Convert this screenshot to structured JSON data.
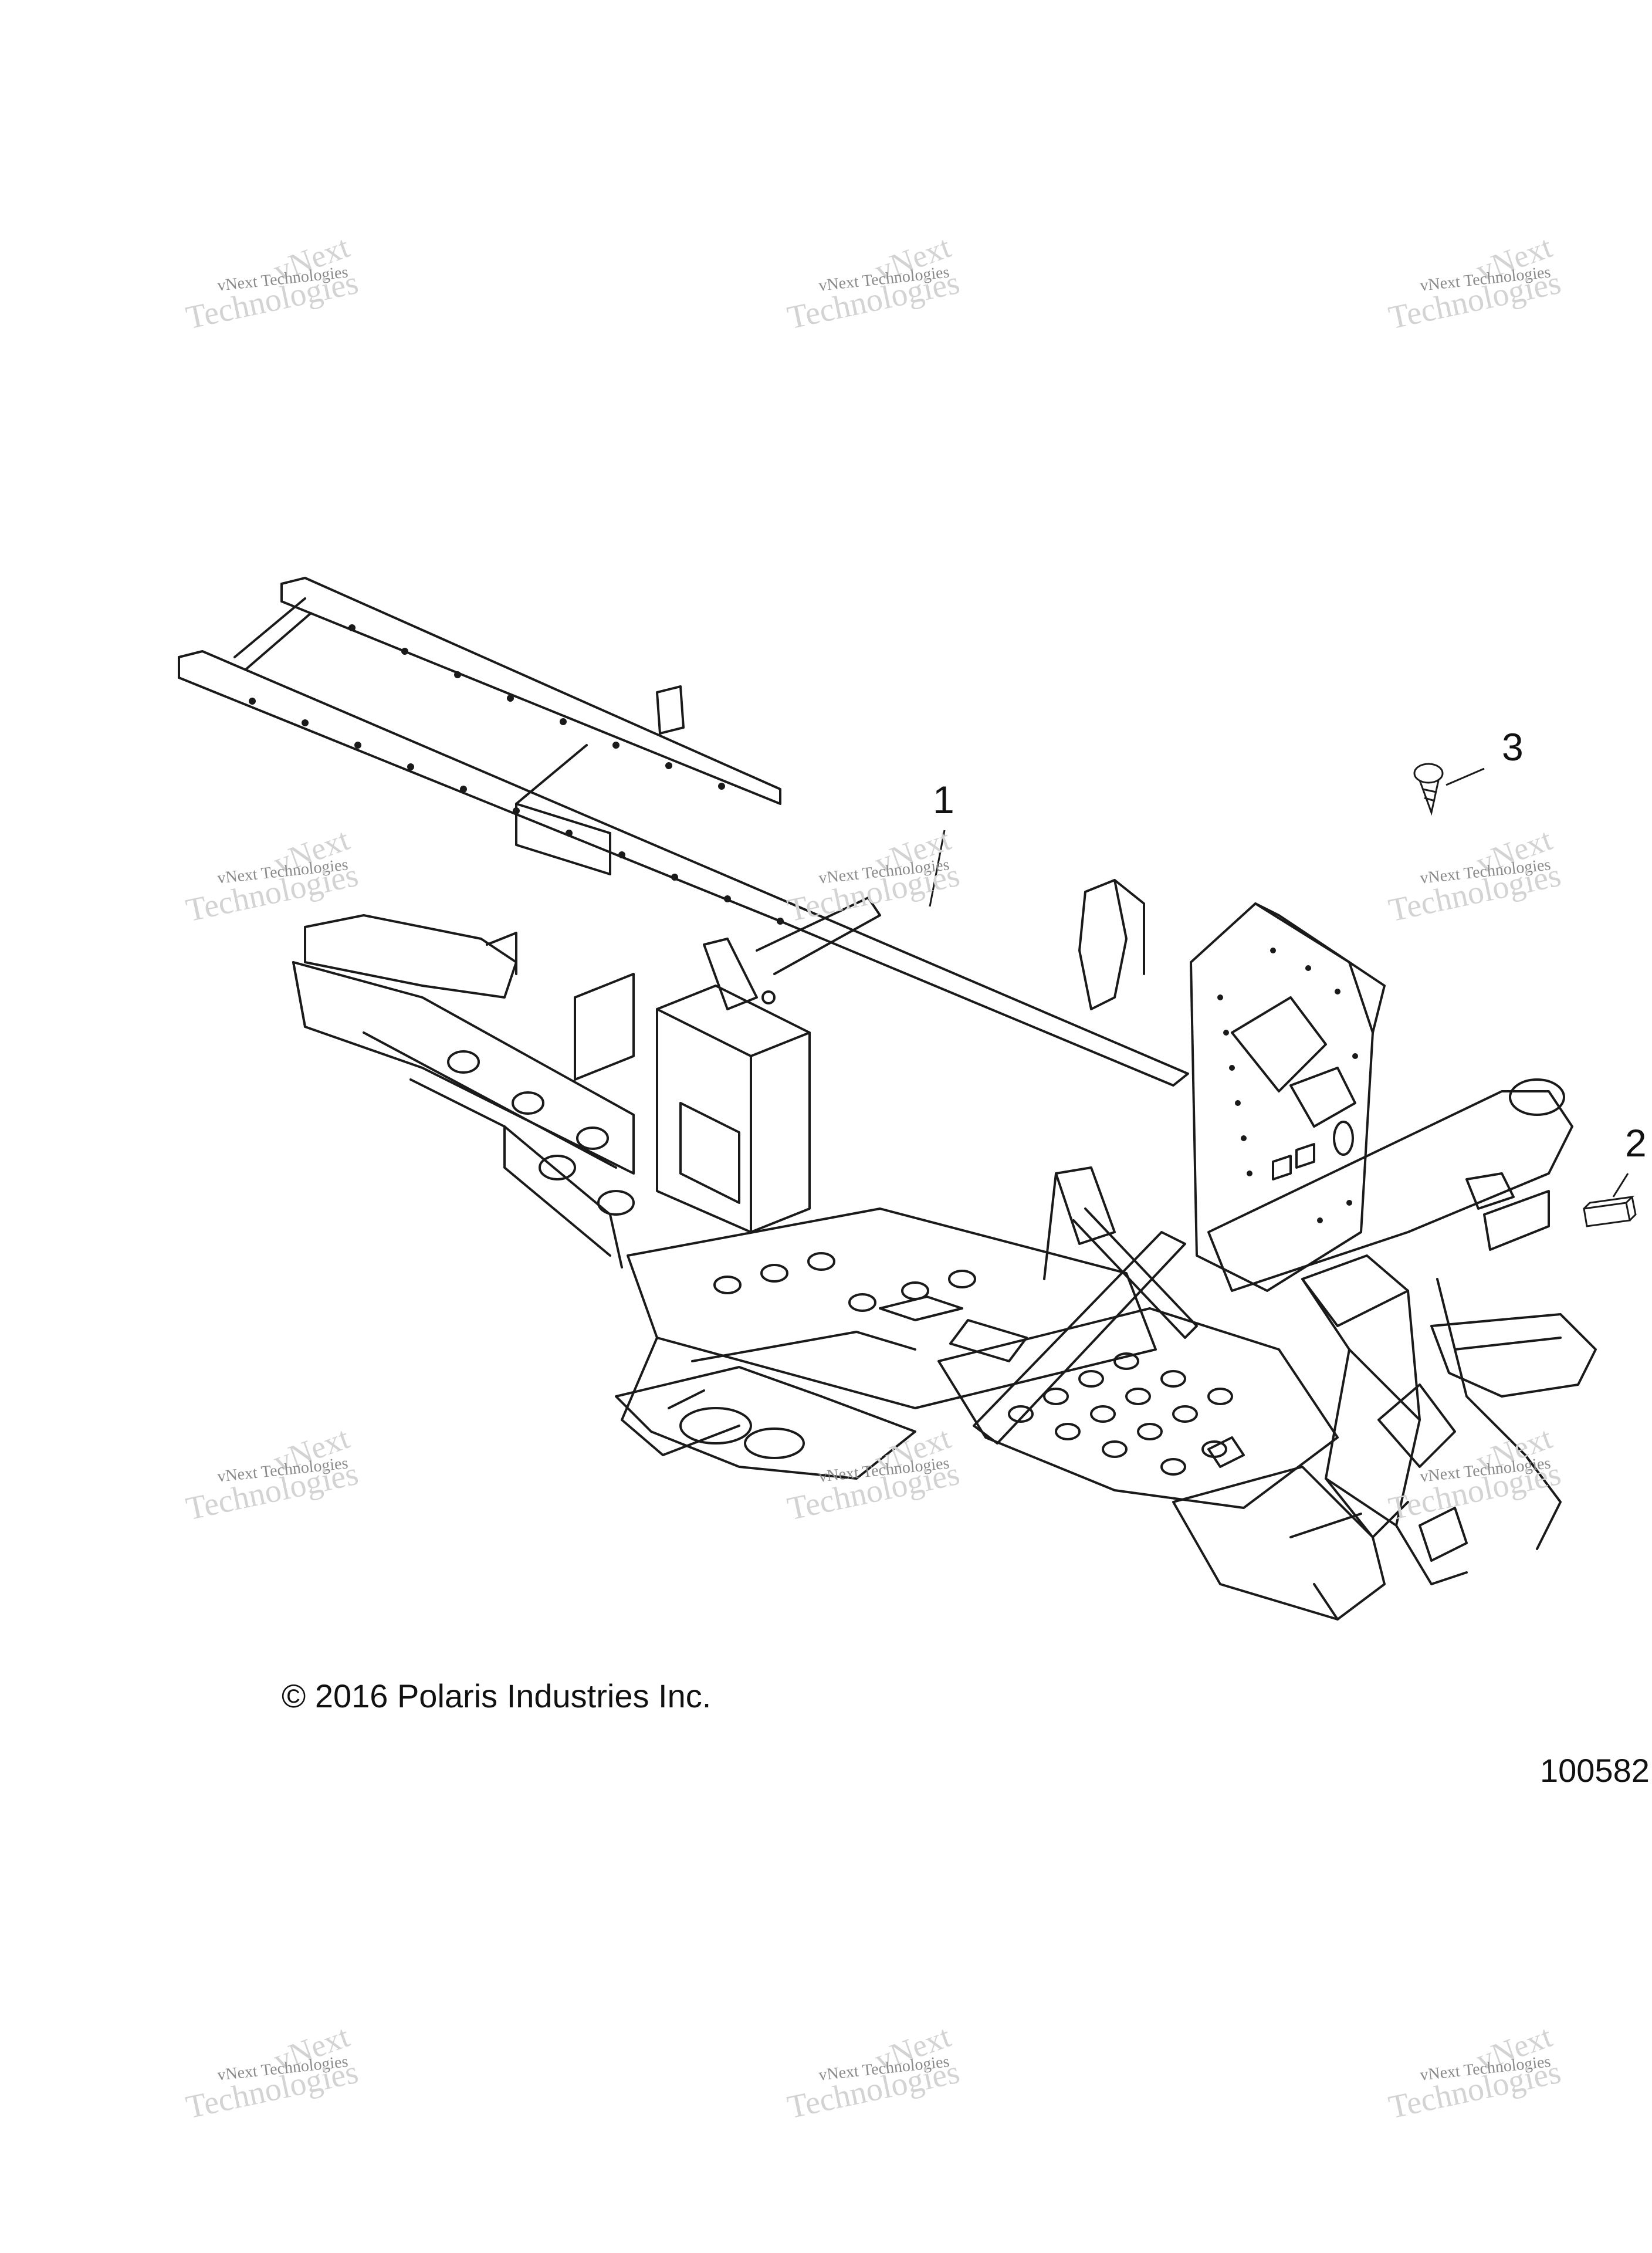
{
  "watermark": {
    "line1": "vNext Technologies",
    "line2": "vNext",
    "line3": "Technologies"
  },
  "callouts": [
    {
      "number": "1",
      "part": "frame"
    },
    {
      "number": "2",
      "part": "plug"
    },
    {
      "number": "3",
      "part": "screw"
    }
  ],
  "footer": {
    "copyright": "© 2016 Polaris Industries Inc.",
    "figure_number": "100582"
  }
}
